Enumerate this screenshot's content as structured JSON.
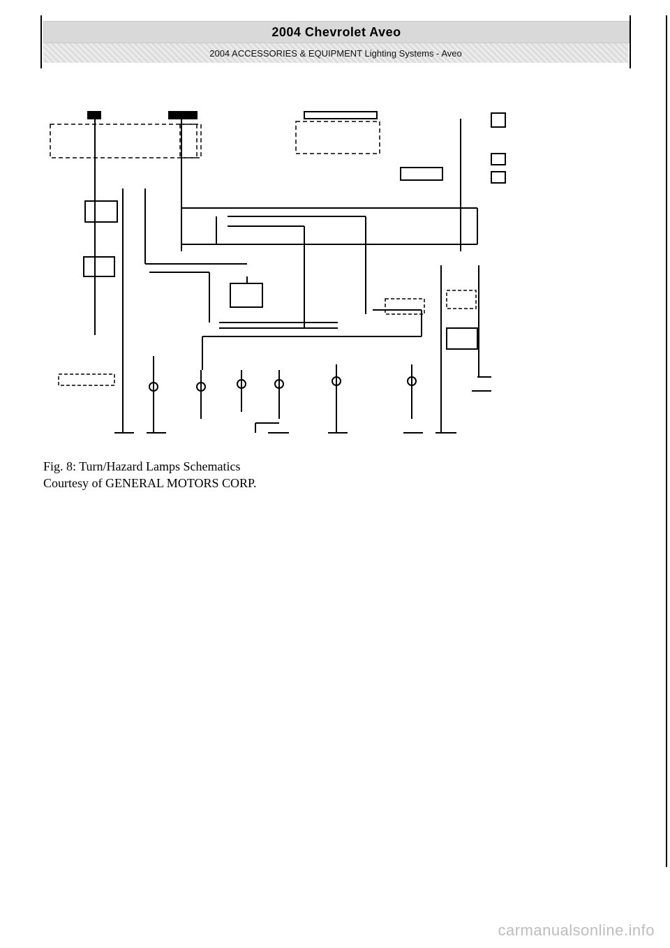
{
  "header": {
    "title": "2004 Chevrolet Aveo",
    "subtitle": "2004 ACCESSORIES & EQUIPMENT Lighting Systems - Aveo"
  },
  "figure": {
    "caption_line1": "Fig. 8: Turn/Hazard Lamps Schematics",
    "caption_line2": "Courtesy of GENERAL MOTORS CORP."
  },
  "footer": {
    "watermark": "carmanualsonline.info"
  },
  "colors": {
    "ink": "#000000",
    "header_band": "#d9d9d9",
    "watermark": "#bdbdbd"
  }
}
